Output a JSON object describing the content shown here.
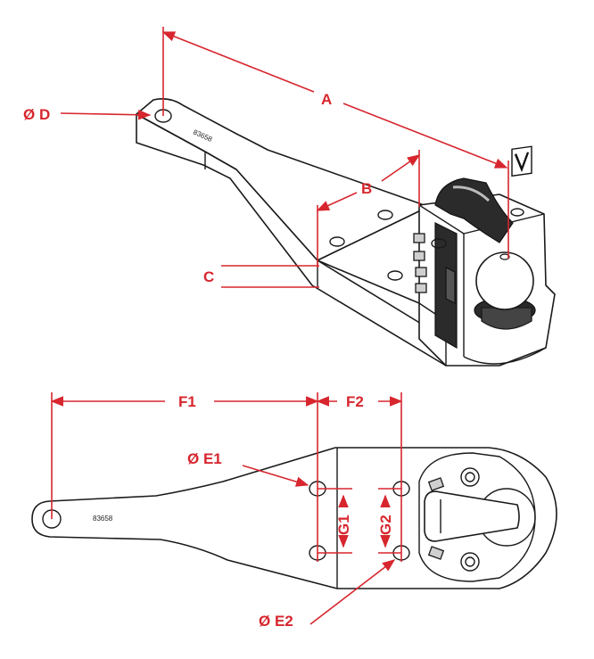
{
  "labels": {
    "A": "A",
    "B": "B",
    "C": "C",
    "D": "Ø D",
    "E1": "Ø E1",
    "E2": "Ø E2",
    "F1": "F1",
    "F2": "F2",
    "G1": "G1",
    "G2": "G2"
  },
  "stamps": {
    "top_view": "83658",
    "iso_view": "83658"
  },
  "colors": {
    "dimension": "#d7262e",
    "outline": "#1a1a1a"
  }
}
